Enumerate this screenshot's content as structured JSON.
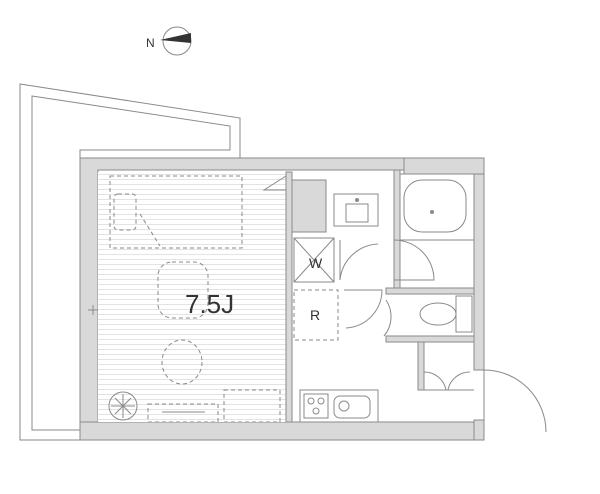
{
  "compass": {
    "label": "N",
    "icon": "north-arrow-icon"
  },
  "rooms": {
    "main_room": {
      "label": "7.5J",
      "flooring": "wood-floor-stripes"
    },
    "closet_w": {
      "label": "W"
    },
    "closet_r": {
      "label": "R"
    }
  },
  "colors": {
    "wall": "#d9d9d9",
    "line": "#8a8a8a",
    "floor_stripe": "#e3e3e3",
    "text": "#333333"
  }
}
